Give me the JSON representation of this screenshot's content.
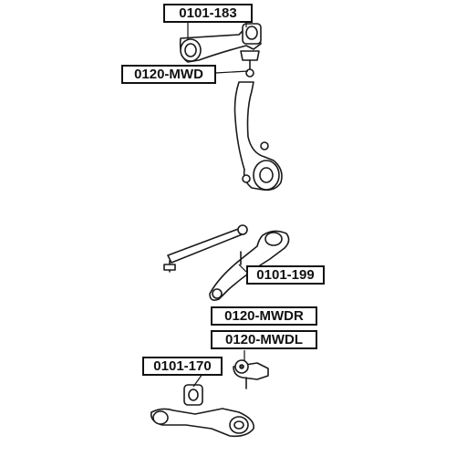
{
  "callouts": [
    {
      "id": "upper_arm",
      "text": "0101-183"
    },
    {
      "id": "upper_ball",
      "text": "0120-MWD"
    },
    {
      "id": "rear_arm",
      "text": "0101-199"
    },
    {
      "id": "lower_ball_r",
      "text": "0120-MWDR"
    },
    {
      "id": "lower_ball_l",
      "text": "0120-MWDL"
    },
    {
      "id": "lower_arm",
      "text": "0101-170"
    }
  ]
}
